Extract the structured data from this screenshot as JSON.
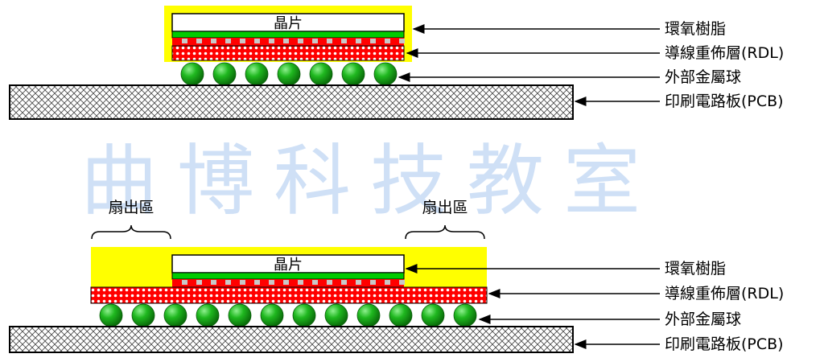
{
  "watermark": "曲博科技教室",
  "top_diagram": {
    "chip_label": "晶片",
    "labels": {
      "epoxy": "環氧樹脂",
      "rdl": "導線重佈層(RDL)",
      "balls": "外部金屬球",
      "pcb": "印刷電路板(PCB)"
    }
  },
  "bottom_diagram": {
    "chip_label": "晶片",
    "fanout_left": "扇出區",
    "fanout_right": "扇出區",
    "labels": {
      "epoxy": "環氧樹脂",
      "rdl": "導線重佈層(RDL)",
      "balls": "外部金屬球",
      "pcb": "印刷電路板(PCB)"
    }
  },
  "colors": {
    "epoxy": "#ffff00",
    "rdl": "#ff0000",
    "chip_green": "#00cc00",
    "ball": "#1aa51a",
    "watermark": "#cfe0f6"
  }
}
